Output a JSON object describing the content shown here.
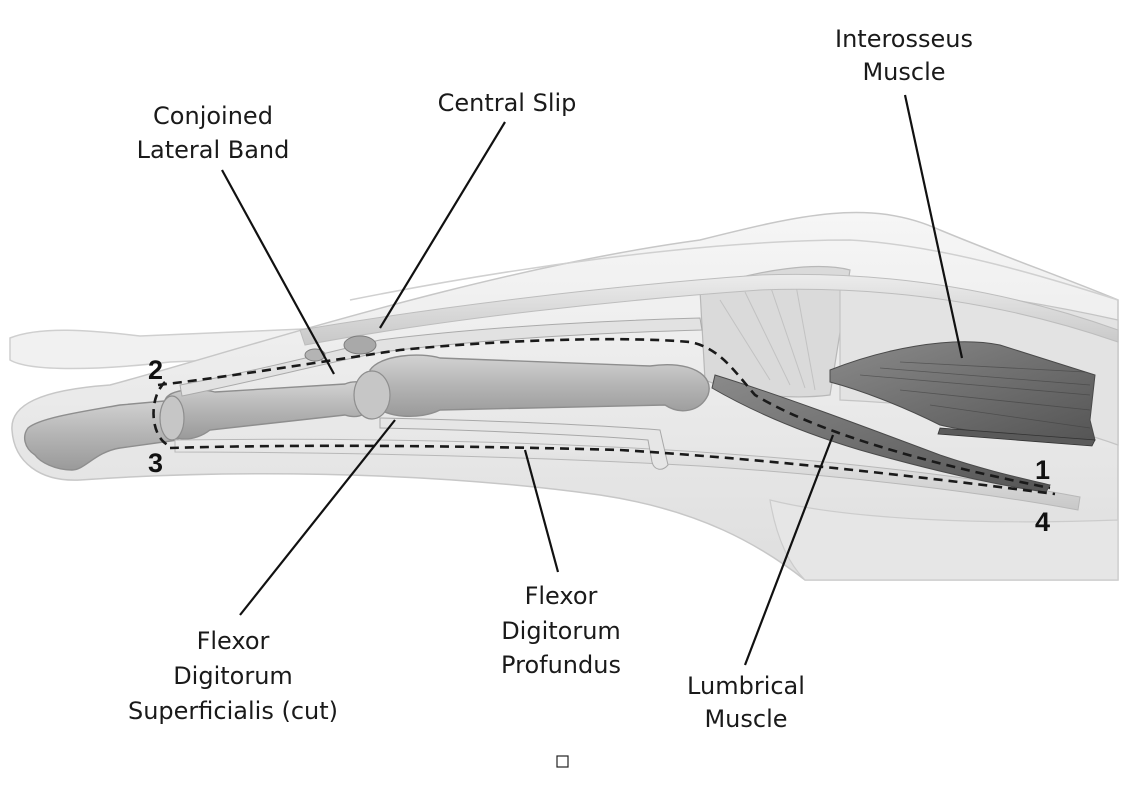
{
  "labels": {
    "interosseus_line1": "Interosseus",
    "interosseus_line2": "Muscle",
    "conjoined_line1": "Conjoined",
    "conjoined_line2": "Lateral Band",
    "central_slip": "Central Slip",
    "fds_line1": "Flexor",
    "fds_line2": "Digitorum",
    "fds_line3": "Superficialis (cut)",
    "fdp_line1": "Flexor",
    "fdp_line2": "Digitorum",
    "fdp_line3": "Profundus",
    "lumbrical_line1": "Lumbrical",
    "lumbrical_line2": "Muscle"
  },
  "markers": {
    "m1": "1",
    "m2": "2",
    "m3": "3",
    "m4": "4"
  },
  "colors": {
    "skin": "#ededed",
    "bone": "#bdbdbd",
    "muscle": "#6e6e6e",
    "tendon": "#dcdcdc",
    "ink": "#111111"
  }
}
